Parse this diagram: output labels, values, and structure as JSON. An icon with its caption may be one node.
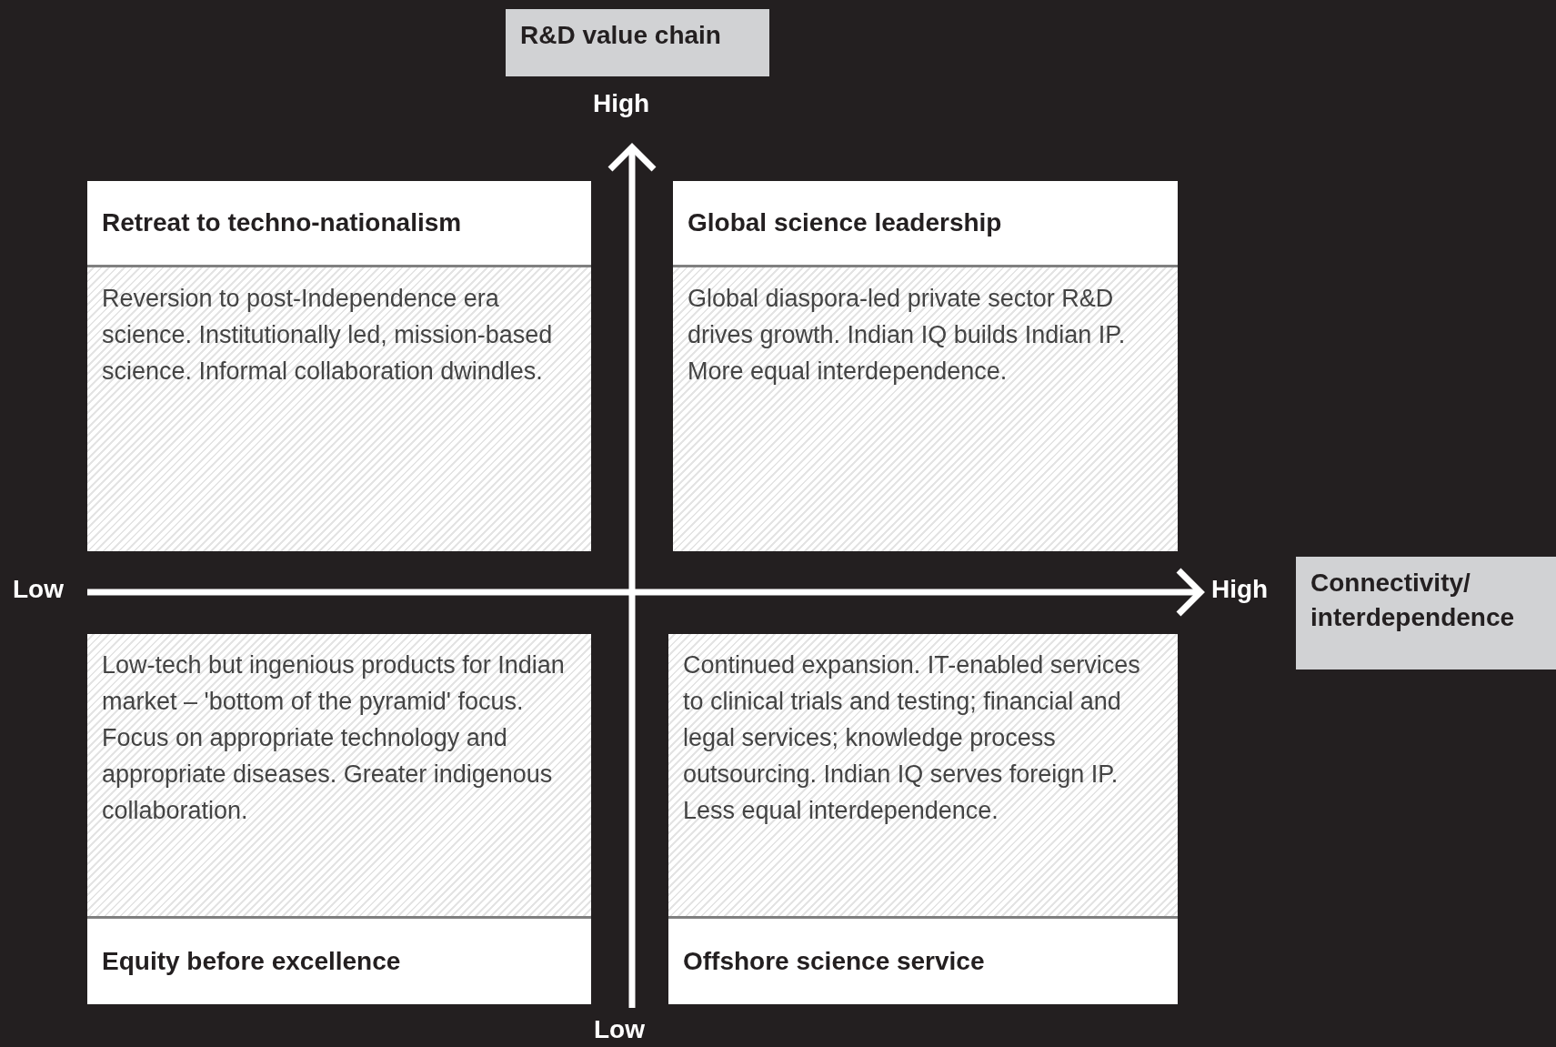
{
  "diagram": {
    "nodes": [
      {
        "text": [
          "R&D value chain"
        ]
      },
      {
        "text": [
          "Retreat to techno-nationalism",
          "Reversion to post-Independence era science. Institutionally led, mission-based science. Informal collaboration dwindles."
        ]
      },
      {
        "text": [
          "Global science leadership",
          "Global diaspora-led private sector R&D drives growth. Indian IQ builds Indian IP. More equal interdependence."
        ]
      },
      {
        "text": [
          "Connectivity/ interdependence"
        ]
      },
      {
        "text": [
          "Low-tech but ingenious products for Indian market – 'bottom of the pyramid' focus. Focus on appropriate technology and appropriate diseases. Greater indigenous collaboration.",
          "Equity before excellence"
        ]
      },
      {
        "text": [
          "Continued expansion. IT-enabled services to clinical trials and testing; financial and legal services; knowledge process outsourcing. Indian IQ serves foreign IP. Less equal interdependence.",
          "Offshore science service"
        ]
      }
    ],
    "edges": [],
    "labels": [
      "High",
      "Low",
      "High",
      "Low"
    ]
  }
}
